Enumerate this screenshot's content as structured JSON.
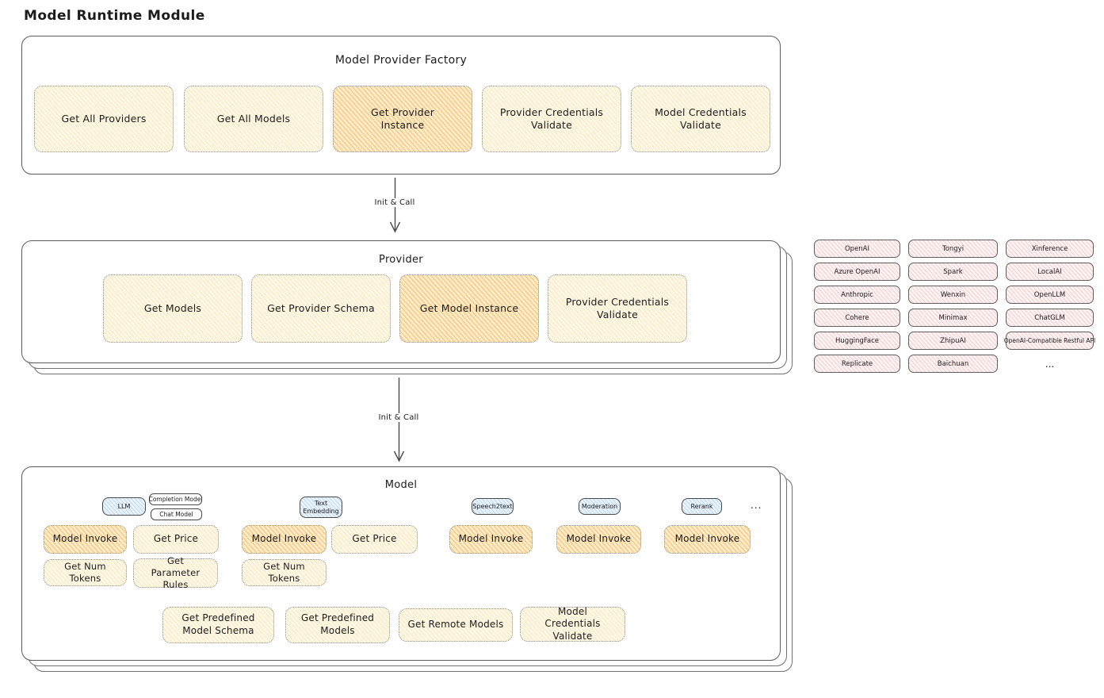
{
  "page_title": "Model Runtime Module",
  "colors": {
    "stroke": "#5b5b5b",
    "node_yellow": "#fdf8e6",
    "node_yellow_highlight": "#fcecca",
    "node_pink": "#fdf3f3",
    "node_blue": "#eaf3fb"
  },
  "factory": {
    "title": "Model Provider Factory",
    "buttons": [
      {
        "label": "Get All Providers"
      },
      {
        "label": "Get All Models"
      },
      {
        "label": "Get Provider Instance"
      },
      {
        "label": "Provider Credentials Validate"
      },
      {
        "label": "Model Credentials Validate"
      }
    ]
  },
  "arrows": {
    "factory_to_provider": "Init & Call",
    "provider_to_model": "Init & Call"
  },
  "provider": {
    "title": "Provider",
    "buttons": [
      {
        "label": "Get Models"
      },
      {
        "label": "Get Provider Schema"
      },
      {
        "label": "Get Model Instance"
      },
      {
        "label": "Provider Credentials Validate"
      }
    ]
  },
  "provider_list": {
    "columns": [
      [
        "OpenAI",
        "Azure OpenAI",
        "Anthropic",
        "Cohere",
        "HuggingFace",
        "Replicate"
      ],
      [
        "Tongyi",
        "Spark",
        "Wenxin",
        "Minimax",
        "ZhipuAI",
        "Baichuan"
      ],
      [
        "Xinference",
        "LocalAI",
        "OpenLLM",
        "ChatGLM",
        "OpenAI-Compatible Restful API"
      ]
    ],
    "more": "..."
  },
  "model": {
    "title": "Model",
    "more": "...",
    "groups": [
      {
        "tag": "LLM",
        "sub_tags": [
          "Completion Model",
          "Chat Model"
        ],
        "buttons": [
          "Model Invoke",
          "Get Price",
          "Get Num Tokens",
          "Get Parameter Rules"
        ]
      },
      {
        "tag": "Text Embedding",
        "buttons": [
          "Model Invoke",
          "Get Price",
          "Get Num Tokens"
        ]
      },
      {
        "tag": "Speech2text",
        "buttons": [
          "Model Invoke"
        ]
      },
      {
        "tag": "Moderation",
        "buttons": [
          "Model Invoke"
        ]
      },
      {
        "tag": "Rerank",
        "buttons": [
          "Model Invoke"
        ]
      }
    ],
    "bottom_buttons": [
      "Get Predefined Model Schema",
      "Get Predefined Models",
      "Get Remote Models",
      "Model Credentials Validate"
    ]
  }
}
